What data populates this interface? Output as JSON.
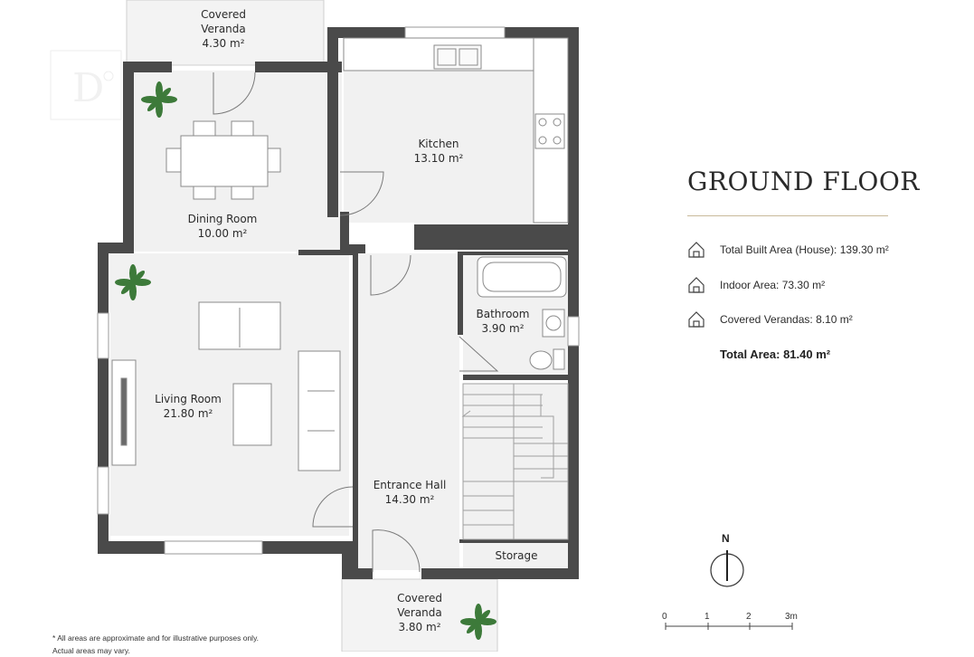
{
  "rooms": {
    "veranda_top": {
      "name1": "Covered",
      "name2": "Veranda",
      "area": "4.30 m²"
    },
    "kitchen": {
      "name": "Kitchen",
      "area": "13.10 m²"
    },
    "dining": {
      "name": "Dining Room",
      "area": "10.00 m²"
    },
    "living": {
      "name": "Living Room",
      "area": "21.80 m²"
    },
    "bathroom": {
      "name": "Bathroom",
      "area": "3.90 m²"
    },
    "hall": {
      "name": "Entrance Hall",
      "area": "14.30 m²"
    },
    "storage": {
      "name": "Storage"
    },
    "veranda_bottom": {
      "name1": "Covered",
      "name2": "Veranda",
      "area": "3.80 m²"
    }
  },
  "legend": {
    "title": "GROUND FLOOR",
    "stats": [
      {
        "icon": "house-icon",
        "text": "Total Built Area (House): 139.30 m²"
      },
      {
        "icon": "house-icon",
        "text": "Indoor Area: 73.30 m²"
      },
      {
        "icon": "house-icon",
        "text": "Covered Verandas: 8.10 m²"
      }
    ],
    "total": "Total Area: 81.40 m²"
  },
  "north_label": "N",
  "scale": {
    "ticks": [
      "0",
      "1",
      "2",
      "3m"
    ]
  },
  "footnote": {
    "line1": "* All areas are approximate and for illustrative purposes only.",
    "line2": "Actual areas may vary."
  },
  "colors": {
    "wall": "#4a4a4a",
    "floor": "#f1f1f1",
    "accent_rule": "#c9b99a",
    "plant": "#3d7a3a"
  }
}
